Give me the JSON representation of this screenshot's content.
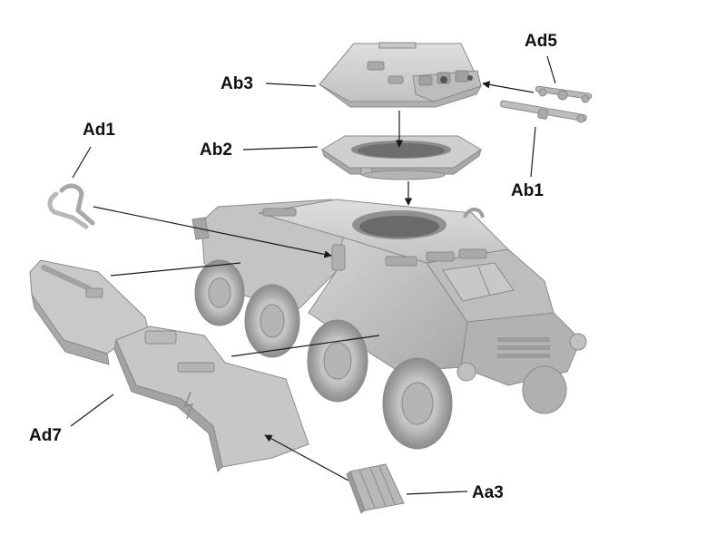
{
  "labels": {
    "ab3": "Ab3",
    "ab2": "Ab2",
    "ab1": "Ab1",
    "ad5": "Ad5",
    "ad1": "Ad1",
    "ad7": "Ad7",
    "aa3": "Aa3"
  },
  "colors": {
    "model_light": "#c9c9c9",
    "model_mid": "#b3b3b3",
    "model_dark": "#8e8e8e",
    "tire": "#a6a6a6",
    "leader": "#1a1a1a",
    "background": "#ffffff"
  }
}
